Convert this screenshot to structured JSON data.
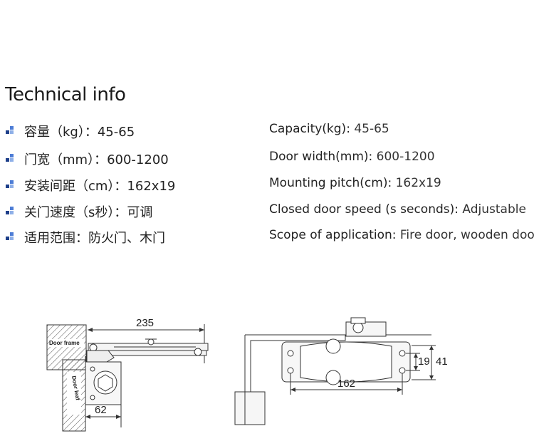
{
  "title": "Technical info",
  "specs": [
    {
      "zh": "容量（kg）：45-65",
      "en_label": "Capacity(kg):",
      "en_value": "45-65"
    },
    {
      "zh": "门宽（mm）：600-1200",
      "en_label": "Door width(mm):",
      "en_value": "600-1200"
    },
    {
      "zh": "安装间距（cm）：162x19",
      "en_label": "Mounting pitch(cm):",
      "en_value": "162x19"
    },
    {
      "zh": "关门速度（s秒）：可调",
      "en_label": "Closed door speed (s seconds):",
      "en_value": "Adjustable"
    },
    {
      "zh": "适用范围：防火门、木门",
      "en_label": "Scope of application:",
      "en_value": "Fire door, wooden door"
    }
  ],
  "diagram_left": {
    "dim_top": "235",
    "dim_bottom": "62",
    "label_frame": "Door frame",
    "label_leaf": "Door leaf"
  },
  "diagram_right": {
    "dim_width": "162",
    "dim_inner": "19",
    "dim_outer": "41"
  },
  "colors": {
    "bullet_dark": "#1e3f8a",
    "bullet_mid": "#4d7dd6",
    "bullet_light": "#8fb0e8"
  }
}
